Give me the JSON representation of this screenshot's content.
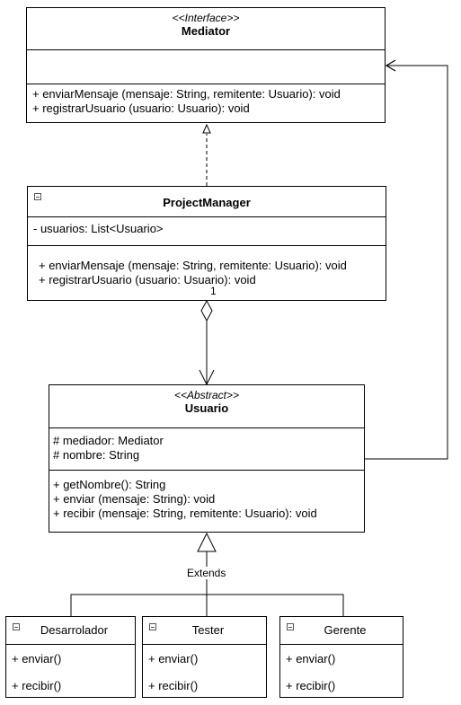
{
  "mediator": {
    "stereotype": "<<Interface>>",
    "name": "Mediator",
    "attributes": [],
    "methods": [
      "+ enviarMensaje (mensaje: String, remitente: Usuario): void",
      "+ registrarUsuario (usuario: Usuario): void"
    ]
  },
  "project_manager": {
    "name": "ProjectManager",
    "attributes": [
      "- usuarios: List<Usuario>"
    ],
    "methods": [
      "+ enviarMensaje (mensaje: String, remitente: Usuario): void",
      "+ registrarUsuario (usuario: Usuario): void"
    ],
    "multiplicity": "1"
  },
  "usuario": {
    "stereotype": "<<Abstract>>",
    "name": "Usuario",
    "attributes": [
      "# mediador: Mediator",
      "# nombre: String"
    ],
    "methods": [
      "+ getNombre(): String",
      "+ enviar (mensaje: String): void",
      "+ recibir (mensaje: String, remitente: Usuario): void"
    ]
  },
  "extends_label": "Extends",
  "subclasses": [
    {
      "name": "Desarrolador",
      "methods": [
        "+ enviar()",
        "+ recibir()"
      ]
    },
    {
      "name": "Tester",
      "methods": [
        "+ enviar()",
        "+ recibir()"
      ]
    },
    {
      "name": "Gerente",
      "methods": [
        "+ enviar()",
        "+ recibir()"
      ]
    }
  ]
}
